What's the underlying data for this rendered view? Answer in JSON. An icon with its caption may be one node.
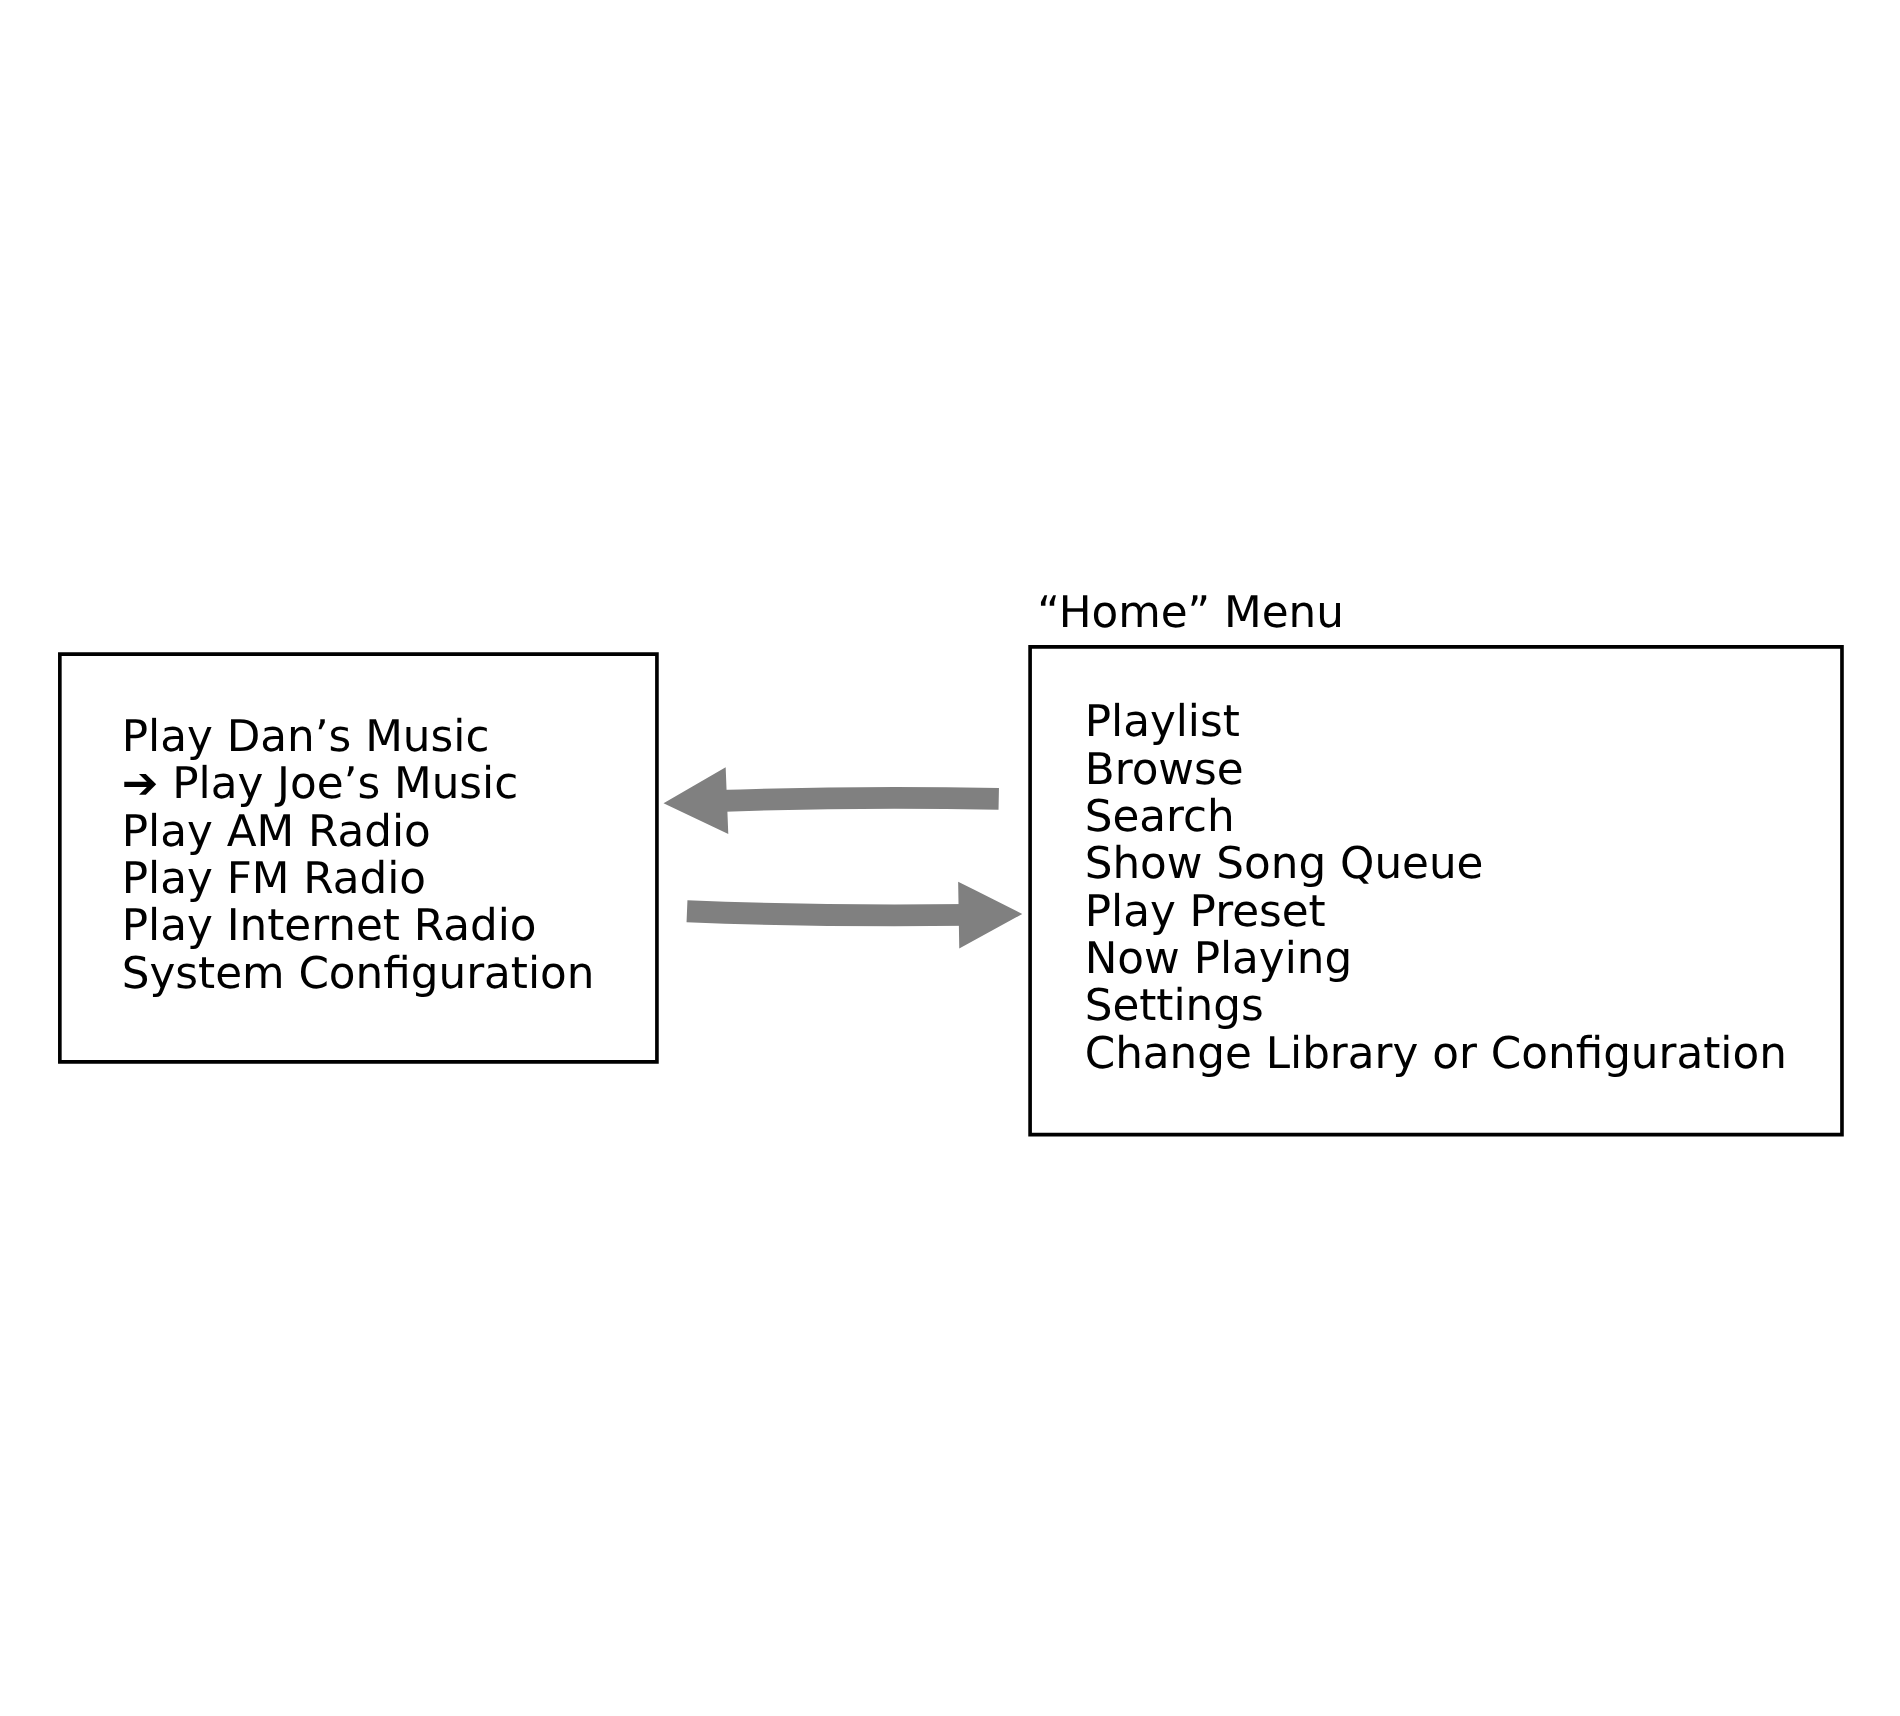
{
  "diagram": {
    "nodes": [
      {
        "text": [
          "Play Dan’s Music",
          "➔ Play Joe’s Music",
          "Play AM Radio",
          "Play FM Radio",
          "Play Internet Radio",
          "System Configuration"
        ]
      },
      {
        "text": [
          "“Home” Menu",
          "Playlist",
          "Browse",
          "Search",
          "Show Song Queue",
          "Play Preset",
          "Now Playing",
          "Settings",
          "Change Library or Configuration"
        ]
      }
    ],
    "edges": [
      {
        "from": 0,
        "to": 1,
        "arrow": "to"
      },
      {
        "from": 1,
        "to": 0,
        "arrow": "to"
      }
    ]
  }
}
